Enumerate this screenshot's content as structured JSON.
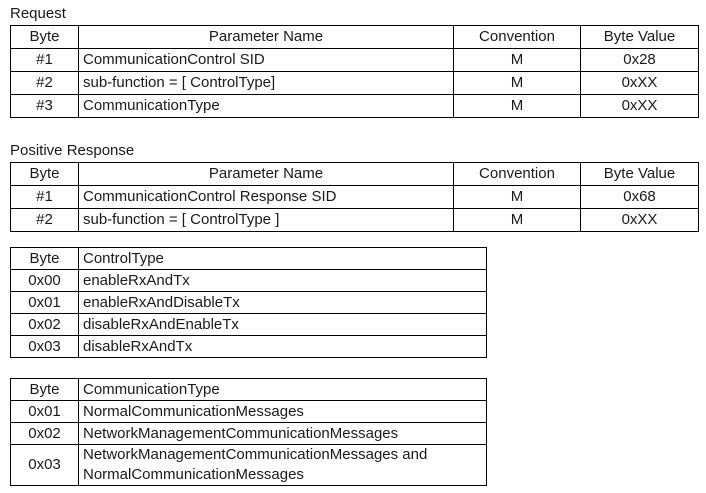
{
  "page": {
    "background_color": "#ffffff",
    "text_color": "#1a1a1a",
    "border_color": "#000000"
  },
  "request_table": {
    "title": "Request",
    "headers": [
      "Byte",
      "Parameter Name",
      "Convention",
      "Byte Value"
    ],
    "rows": [
      {
        "byte": "#1",
        "parameter": "CommunicationControl SID",
        "convention": "M",
        "value": "0x28"
      },
      {
        "byte": "#2",
        "parameter": "sub-function = [ ControlType]",
        "convention": "M",
        "value": "0xXX"
      },
      {
        "byte": "#3",
        "parameter": "CommunicationType",
        "convention": "M",
        "value": "0xXX"
      }
    ]
  },
  "response_table": {
    "title": "Positive Response",
    "headers": [
      "Byte",
      "Parameter Name",
      "Convention",
      "Byte Value"
    ],
    "rows": [
      {
        "byte": "#1",
        "parameter": "CommunicationControl Response SID",
        "convention": "M",
        "value": "0x68"
      },
      {
        "byte": "#2",
        "parameter": "sub-function = [ ControlType ]",
        "convention": "M",
        "value": "0xXX"
      }
    ]
  },
  "control_type_table": {
    "headers": [
      "Byte",
      "ControlType"
    ],
    "rows": [
      {
        "byte": "0x00",
        "description": "enableRxAndTx"
      },
      {
        "byte": "0x01",
        "description": "enableRxAndDisableTx"
      },
      {
        "byte": "0x02",
        "description": "disableRxAndEnableTx"
      },
      {
        "byte": "0x03",
        "description": "disableRxAndTx"
      }
    ]
  },
  "communication_type_table": {
    "headers": [
      "Byte",
      "CommunicationType"
    ],
    "rows": [
      {
        "byte": "0x01",
        "description": "NormalCommunicationMessages"
      },
      {
        "byte": "0x02",
        "description": "NetworkManagementCommunicationMessages"
      },
      {
        "byte": "0x03",
        "description": "NetworkManagementCommunicationMessages and NormalCommunicationMessages"
      }
    ]
  }
}
